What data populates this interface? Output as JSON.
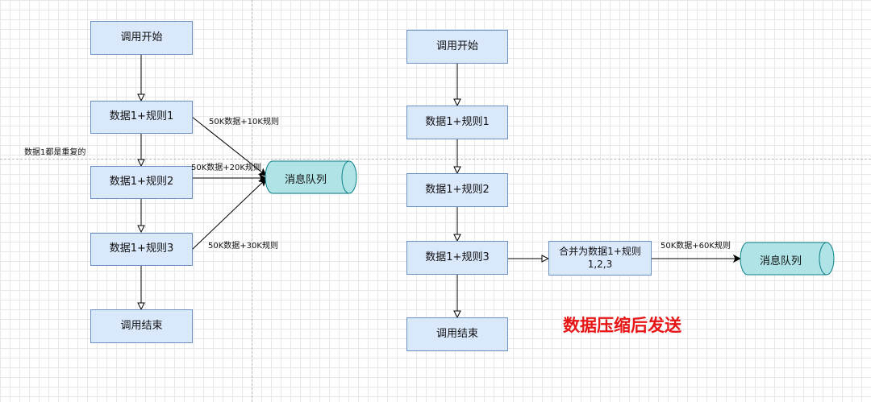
{
  "left": {
    "start": "调用开始",
    "step1": "数据1+规则1",
    "step2": "数据1+规则2",
    "step3": "数据1+规则3",
    "end": "调用结束",
    "queue": "消息队列",
    "edge1": "50K数据+10K规则",
    "edge2": "50K数据+20K规则",
    "edge3": "50K数据+30K规则",
    "note": "数据1都是重复的"
  },
  "right": {
    "start": "调用开始",
    "step1": "数据1+规则1",
    "step2": "数据1+规则2",
    "step3": "数据1+规则3",
    "end": "调用结束",
    "merge": "合并为数据1+规则\n1,2,3",
    "queue": "消息队列",
    "edge": "50K数据+60K规则",
    "title": "数据压缩后发送"
  },
  "colors": {
    "box_fill": "#dae8fc",
    "box_stroke": "#6c8ebf",
    "queue_fill": "#b0e3e6",
    "queue_stroke": "#0e8088",
    "title_red": "#e61414"
  }
}
